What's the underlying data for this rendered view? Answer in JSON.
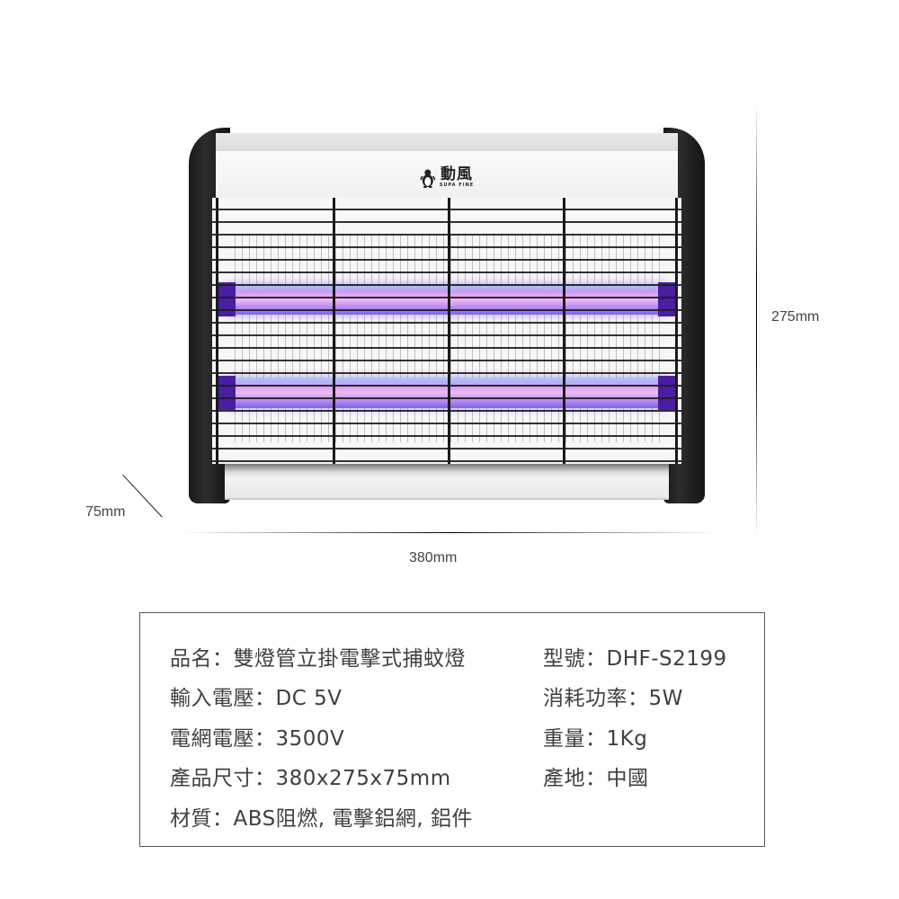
{
  "product": {
    "brand_cn": "動風",
    "brand_en": "SUPA FINE",
    "icon": "penguin-icon"
  },
  "dimensions": {
    "height": "275mm",
    "width": "380mm",
    "depth": "75mm"
  },
  "specs": {
    "left": [
      {
        "key": "品名",
        "value": "雙燈管立掛電擊式捕蚊燈"
      },
      {
        "key": "輸入電壓",
        "value": "DC 5V"
      },
      {
        "key": "電網電壓",
        "value": "3500V"
      },
      {
        "key": "產品尺寸",
        "value": "380x275x75mm"
      },
      {
        "key": "材質",
        "value": "ABS阻燃, 電擊鋁網, 鋁件"
      }
    ],
    "right": [
      {
        "key": "型號",
        "value": "DHF-S2199"
      },
      {
        "key": "消耗功率",
        "value": "5W"
      },
      {
        "key": "重量",
        "value": "1Kg"
      },
      {
        "key": "產地",
        "value": "中國"
      }
    ]
  },
  "colors": {
    "frame": "#1a1a1a",
    "uv_tube": "#c99cf5",
    "text": "#404040",
    "border": "#555555"
  }
}
